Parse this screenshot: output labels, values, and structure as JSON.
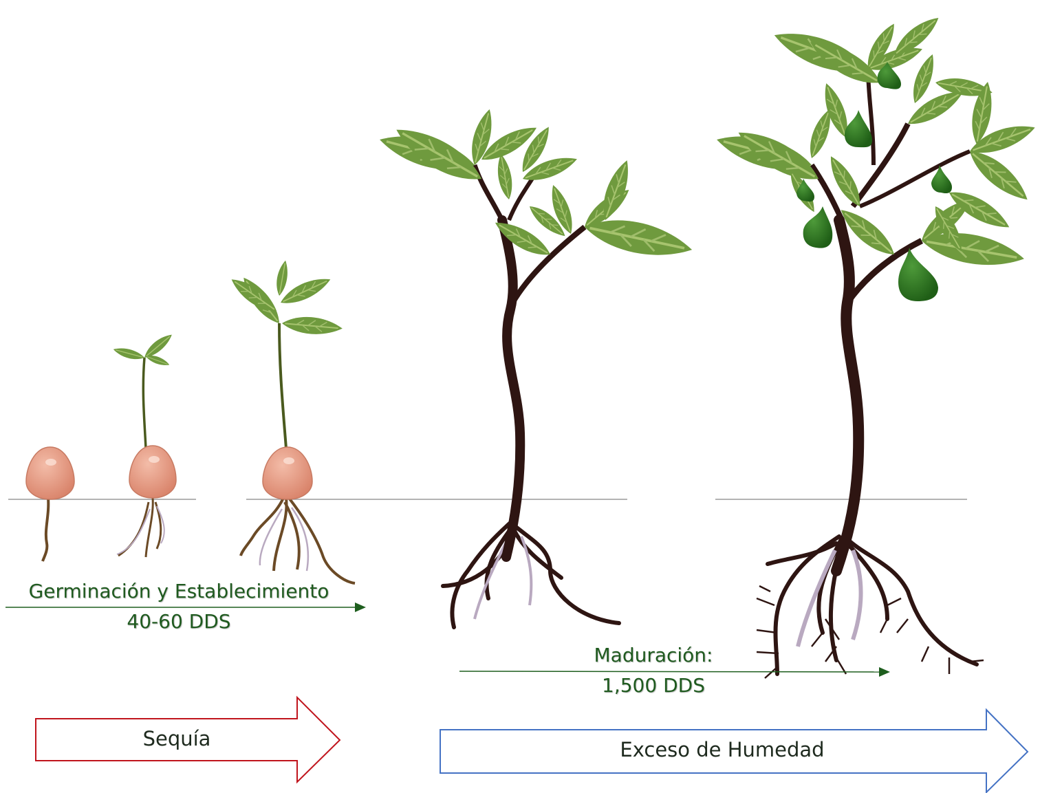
{
  "stages": {
    "germination": {
      "title": "Germinación y Establecimiento",
      "duration": "40-60 DDS"
    },
    "maturation": {
      "title": "Maduración:",
      "duration": "1,500 DDS"
    }
  },
  "conditions": {
    "drought": {
      "label": "Sequía",
      "color": "#c0141c"
    },
    "excess_moisture": {
      "label": "Exceso de Humedad",
      "color": "#4472c4"
    }
  },
  "colors": {
    "leaf": "#6f9a3e",
    "leaf_dark": "#4a7426",
    "stem": "#2e1512",
    "seed": "#e39a82",
    "fruit": "#2f7a25",
    "timeline_arrow": "#1e5e1e",
    "ground_line": "#9a9a9a"
  }
}
